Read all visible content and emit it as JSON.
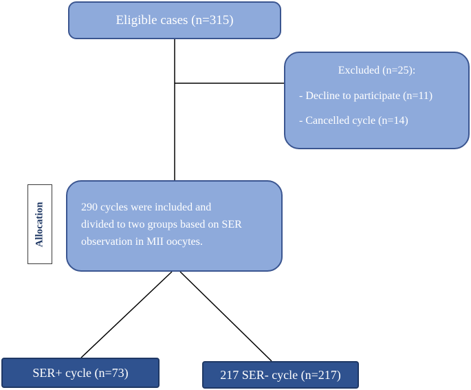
{
  "eligible": {
    "text": "Eligible cases (n=315)"
  },
  "excluded": {
    "title": "Excluded (n=25):",
    "items": [
      "- Decline to participate (n=11)",
      "- Cancelled cycle (n=14)"
    ]
  },
  "allocation": {
    "label": "Allocation",
    "lines": [
      "290 cycles were included and",
      "divided to two groups based on SER",
      "observation in MII oocytes."
    ]
  },
  "groups": {
    "ser_plus": "SER+ cycle (n=73)",
    "ser_minus": "217 SER- cycle (n=217)"
  },
  "colors": {
    "light_box": "#8eaadb",
    "dark_box": "#2f528f",
    "text": "#ffffff"
  }
}
